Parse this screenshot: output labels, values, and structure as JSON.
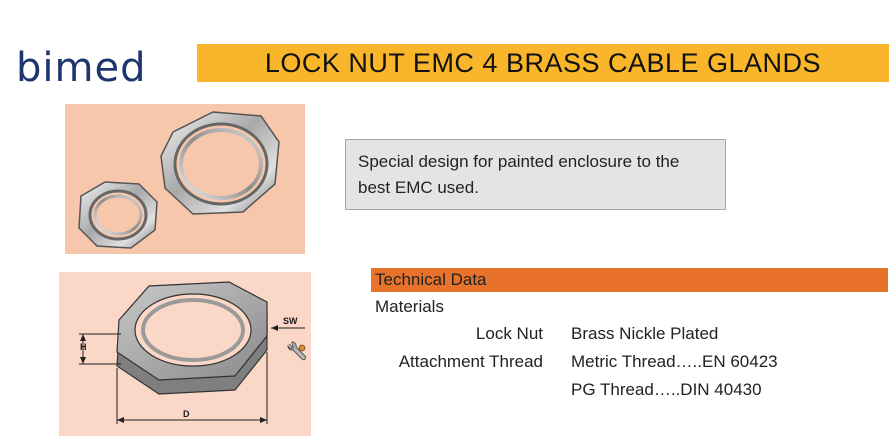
{
  "brand": {
    "logo_text": "bimed"
  },
  "title": "LOCK NUT EMC 4 BRASS CABLE GLANDS",
  "description": "Special design for painted enclosure to the best EMC used.",
  "technical": {
    "header": "Technical Data",
    "materials_label": "Materials",
    "rows": [
      {
        "label": "Lock Nut",
        "value": "Brass Nickle Plated"
      },
      {
        "label": "Attachment Thread",
        "value": "Metric Thread…..EN 60423"
      },
      {
        "label": "",
        "value": "PG Thread…..DIN 40430"
      }
    ]
  },
  "drawing": {
    "dim_h": "H",
    "dim_d": "D",
    "dim_sw": "SW"
  },
  "icons": [
    "wrench-icon"
  ],
  "colors": {
    "title_bar": "#f9b62a",
    "tech_header": "#e8722a",
    "logo": "#1f3570",
    "photo_bg": "#f7c7ac",
    "drawing_bg": "#fbd7c7",
    "desc_bg": "#e4e4e4"
  }
}
